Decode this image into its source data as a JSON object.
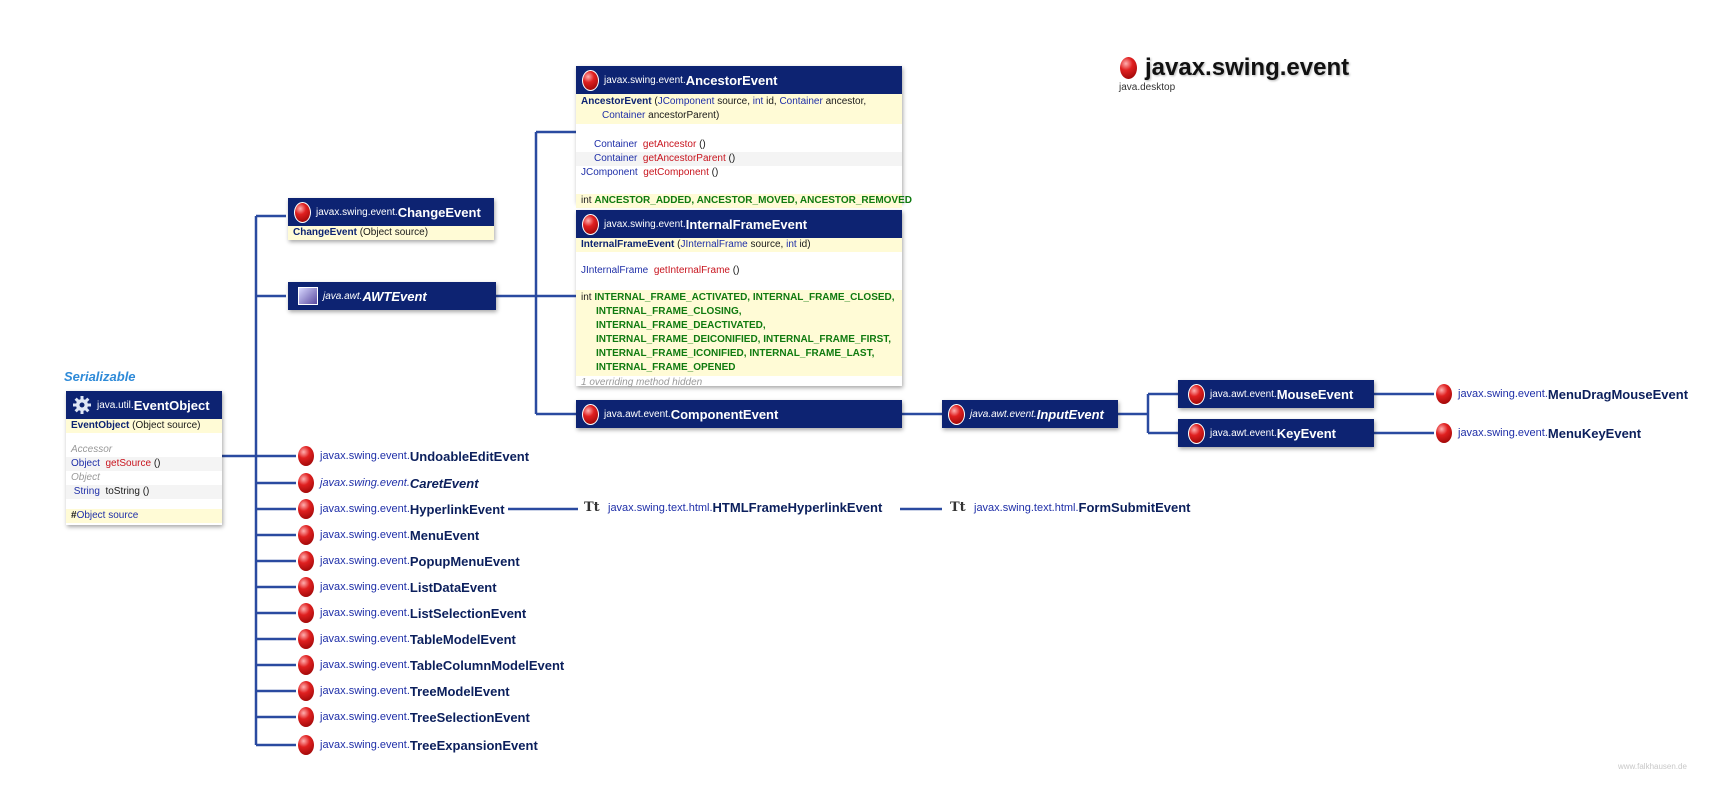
{
  "title": {
    "name": "javax.swing.event",
    "module": "java.desktop"
  },
  "serializable_label": "Serializable",
  "event_object": {
    "pkg": "java.util.",
    "name": "EventObject",
    "ctor_name": "EventObject",
    "ctor_args": "(Object source)",
    "accessor_label": "Accessor",
    "get_source_type": "Object",
    "get_source_name": "getSource",
    "get_source_args": "()",
    "object_label": "Object",
    "to_string_type": "String",
    "to_string_name": "toString",
    "to_string_args": "()",
    "field_mark": "#",
    "field": "Object source"
  },
  "change_event": {
    "pkg": "javax.swing.event.",
    "name": "ChangeEvent",
    "ctor_name": "ChangeEvent",
    "ctor_args": "(Object source)"
  },
  "awt_event": {
    "pkg": "java.awt.",
    "name": "AWTEvent"
  },
  "ancestor_event": {
    "pkg": "javax.swing.event.",
    "name": "AncestorEvent",
    "ctor_name": "AncestorEvent",
    "ctor_open": "(",
    "ctor_t1": "JComponent",
    "ctor_a1": "source,",
    "ctor_t2": "int",
    "ctor_a2": "id,",
    "ctor_t3": "Container",
    "ctor_a3": "ancestor,",
    "ctor_t4": "Container",
    "ctor_a4": "ancestorParent)",
    "m1_type": "Container",
    "m1_name": "getAncestor",
    "m1_args": "()",
    "m2_type": "Container",
    "m2_name": "getAncestorParent",
    "m2_args": "()",
    "m3_type": "JComponent",
    "m3_name": "getComponent",
    "m3_args": "()",
    "const_type": "int",
    "constants": "ANCESTOR_ADDED, ANCESTOR_MOVED, ANCESTOR_REMOVED"
  },
  "internal_frame_event": {
    "pkg": "javax.swing.event.",
    "name": "InternalFrameEvent",
    "ctor_name": "InternalFrameEvent",
    "ctor_open": "(",
    "ctor_t1": "JInternalFrame",
    "ctor_a1": "source,",
    "ctor_t2": "int",
    "ctor_a2": "id)",
    "m1_type": "JInternalFrame",
    "m1_name": "getInternalFrame",
    "m1_args": "()",
    "const_type": "int",
    "constants": [
      "INTERNAL_FRAME_ACTIVATED, INTERNAL_FRAME_CLOSED,",
      "INTERNAL_FRAME_CLOSING,",
      "INTERNAL_FRAME_DEACTIVATED,",
      "INTERNAL_FRAME_DEICONIFIED, INTERNAL_FRAME_FIRST,",
      "INTERNAL_FRAME_ICONIFIED, INTERNAL_FRAME_LAST,",
      "INTERNAL_FRAME_OPENED"
    ],
    "note": "1 overriding method hidden"
  },
  "component_event": {
    "pkg": "java.awt.event.",
    "name": "ComponentEvent"
  },
  "input_event": {
    "pkg": "java.awt.event.",
    "name": "InputEvent"
  },
  "mouse_event": {
    "pkg": "java.awt.event.",
    "name": "MouseEvent"
  },
  "key_event": {
    "pkg": "java.awt.event.",
    "name": "KeyEvent"
  },
  "menu_drag_mouse_event": {
    "pkg": "javax.swing.event.",
    "name": "MenuDragMouseEvent"
  },
  "menu_key_event": {
    "pkg": "javax.swing.event.",
    "name": "MenuKeyEvent"
  },
  "html_frame_hyperlink_event": {
    "pkg": "javax.swing.text.html.",
    "name": "HTMLFrameHyperlinkEvent"
  },
  "form_submit_event": {
    "pkg": "javax.swing.text.html.",
    "name": "FormSubmitEvent"
  },
  "tt_icon": "Tt",
  "subclasses": [
    {
      "pkg": "javax.swing.event.",
      "name": "UndoableEditEvent"
    },
    {
      "pkg": "javax.swing.event.",
      "name": "CaretEvent"
    },
    {
      "pkg": "javax.swing.event.",
      "name": "HyperlinkEvent"
    },
    {
      "pkg": "javax.swing.event.",
      "name": "MenuEvent"
    },
    {
      "pkg": "javax.swing.event.",
      "name": "PopupMenuEvent"
    },
    {
      "pkg": "javax.swing.event.",
      "name": "ListDataEvent"
    },
    {
      "pkg": "javax.swing.event.",
      "name": "ListSelectionEvent"
    },
    {
      "pkg": "javax.swing.event.",
      "name": "TableModelEvent"
    },
    {
      "pkg": "javax.swing.event.",
      "name": "TableColumnModelEvent"
    },
    {
      "pkg": "javax.swing.event.",
      "name": "TreeModelEvent"
    },
    {
      "pkg": "javax.swing.event.",
      "name": "TreeSelectionEvent"
    },
    {
      "pkg": "javax.swing.event.",
      "name": "TreeExpansionEvent"
    }
  ],
  "footer": "www.falkhausen.de",
  "colors": {
    "header_bg": "#0d2372",
    "line": "#2a4aa0",
    "method": "#c8141e",
    "constant": "#0f7a0f"
  }
}
